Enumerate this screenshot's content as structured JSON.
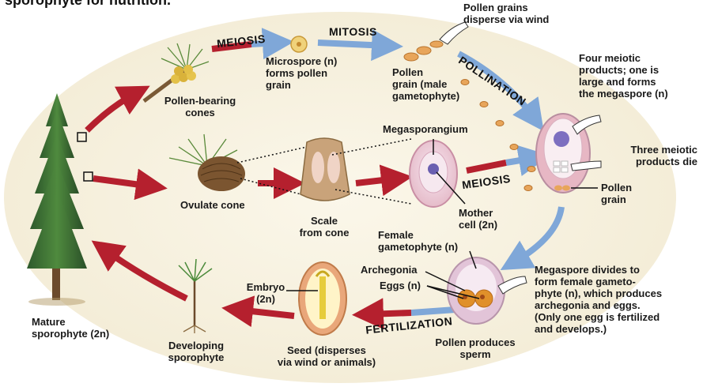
{
  "title_fragment": "sporophyte for nutrition.",
  "stages": {
    "meiosis_top": "MEIOSIS",
    "mitosis": "MITOSIS",
    "pollination": "POLLINATION",
    "meiosis_mid": "MEIOSIS",
    "fertilization": "FERTILIZATION"
  },
  "labels": {
    "pollen_bearing_cones": "Pollen-bearing\ncones",
    "microspore": "Microspore (n)\nforms pollen\ngrain",
    "pollen_disperse": "Pollen grains\ndisperse via wind",
    "pollen_grain_male": "Pollen\ngrain (male\ngametophyte)",
    "four_meiotic": "Four meiotic\nproducts; one is\nlarge and forms\nthe megaspore (n)",
    "three_meiotic": "Three meiotic\nproducts die",
    "pollen_grain": "Pollen\ngrain",
    "megasporangium": "Megasporangium",
    "ovulate_cone": "Ovulate cone",
    "scale": "Scale\nfrom cone",
    "mother_cell": "Mother\ncell (2n)",
    "female_gametophyte": "Female\ngametophyte (n)",
    "archegonia": "Archegonia",
    "eggs": "Eggs (n)",
    "megaspore_divides": "Megaspore divides to\nform female gameto-\nphyte (n), which produces\narchegonia and eggs.\n(Only one egg is fertilized\nand develops.)",
    "pollen_produces_sperm": "Pollen produces\nsperm",
    "embryo": "Embryo\n(2n)",
    "seed": "Seed (disperses\nvia wind or animals)",
    "developing_sporophyte": "Developing\nsporophyte",
    "mature_sporophyte": "Mature\nsporophyte (2n)"
  },
  "colors": {
    "diploid_arrow": "#b5202e",
    "haploid_arrow": "#7fa7d8",
    "background": "#f7f2e2"
  }
}
